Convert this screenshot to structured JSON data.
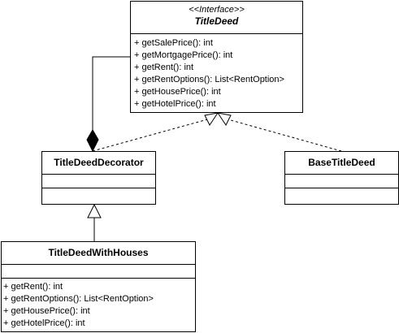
{
  "interface_class": {
    "stereotype": "<<Interface>>",
    "name": "TitleDeed",
    "methods": [
      "+ getSalePrice(): int",
      "+ getMortgagePrice(): int",
      "+ getRent(): int",
      "+ getRentOptions(): List<RentOption>",
      "+ getHousePrice(): int",
      "+ getHotelPrice(): int"
    ]
  },
  "decorator_class": {
    "name": "TitleDeedDecorator"
  },
  "base_class": {
    "name": "BaseTitleDeed"
  },
  "houses_class": {
    "name": "TitleDeedWithHouses",
    "methods": [
      "+ getRent(): int",
      "+ getRentOptions(): List<RentOption>",
      "+ getHousePrice(): int",
      "+ getHotelPrice(): int"
    ]
  },
  "relationships": [
    {
      "type": "realization",
      "from": "TitleDeedDecorator",
      "to": "TitleDeed"
    },
    {
      "type": "realization",
      "from": "BaseTitleDeed",
      "to": "TitleDeed"
    },
    {
      "type": "composition",
      "from": "TitleDeedDecorator",
      "to": "TitleDeed"
    },
    {
      "type": "generalization",
      "from": "TitleDeedWithHouses",
      "to": "TitleDeedDecorator"
    }
  ],
  "colors": {
    "line": "#000000",
    "fill": "#ffffff"
  }
}
